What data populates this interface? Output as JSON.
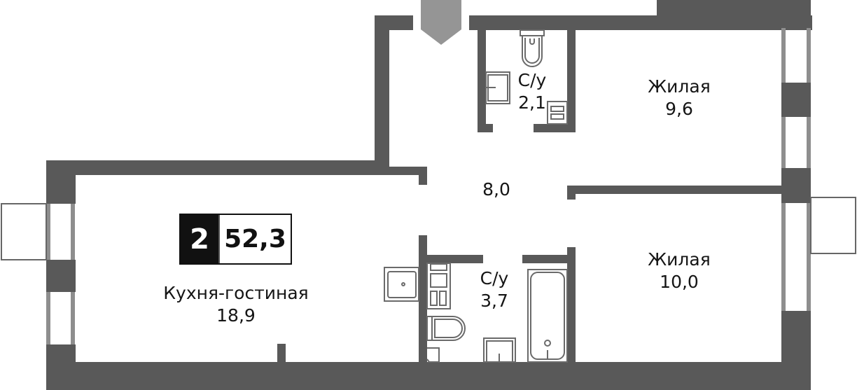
{
  "plan": {
    "rooms_count": "2",
    "total_area": "52,3",
    "colors": {
      "wall": "#595959",
      "window": "#8e8e8e",
      "entrance_arrow": "#959595",
      "text": "#151515"
    }
  },
  "rooms": [
    {
      "name": "Кухня-гостиная",
      "area": "18,9"
    },
    {
      "name": "С/у",
      "area": "2,1"
    },
    {
      "name": "Жилая",
      "area": "9,6"
    },
    {
      "name": "",
      "area": "8,0"
    },
    {
      "name": "С/у",
      "area": "3,7"
    },
    {
      "name": "Жилая",
      "area": "10,0"
    }
  ]
}
